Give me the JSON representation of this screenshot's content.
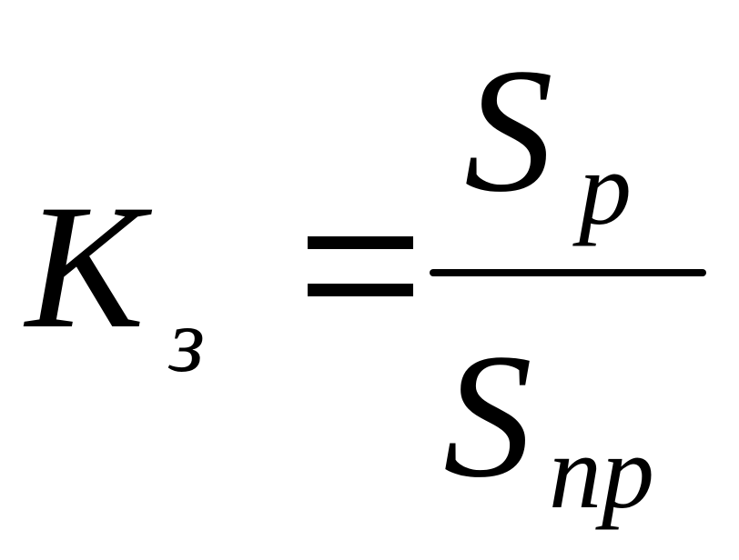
{
  "formula": {
    "lhs": {
      "symbol": "K",
      "subscript": "з"
    },
    "operator": "=",
    "numerator": {
      "symbol": "S",
      "subscript": "p"
    },
    "denominator": {
      "symbol": "S",
      "subscript": "np"
    }
  }
}
